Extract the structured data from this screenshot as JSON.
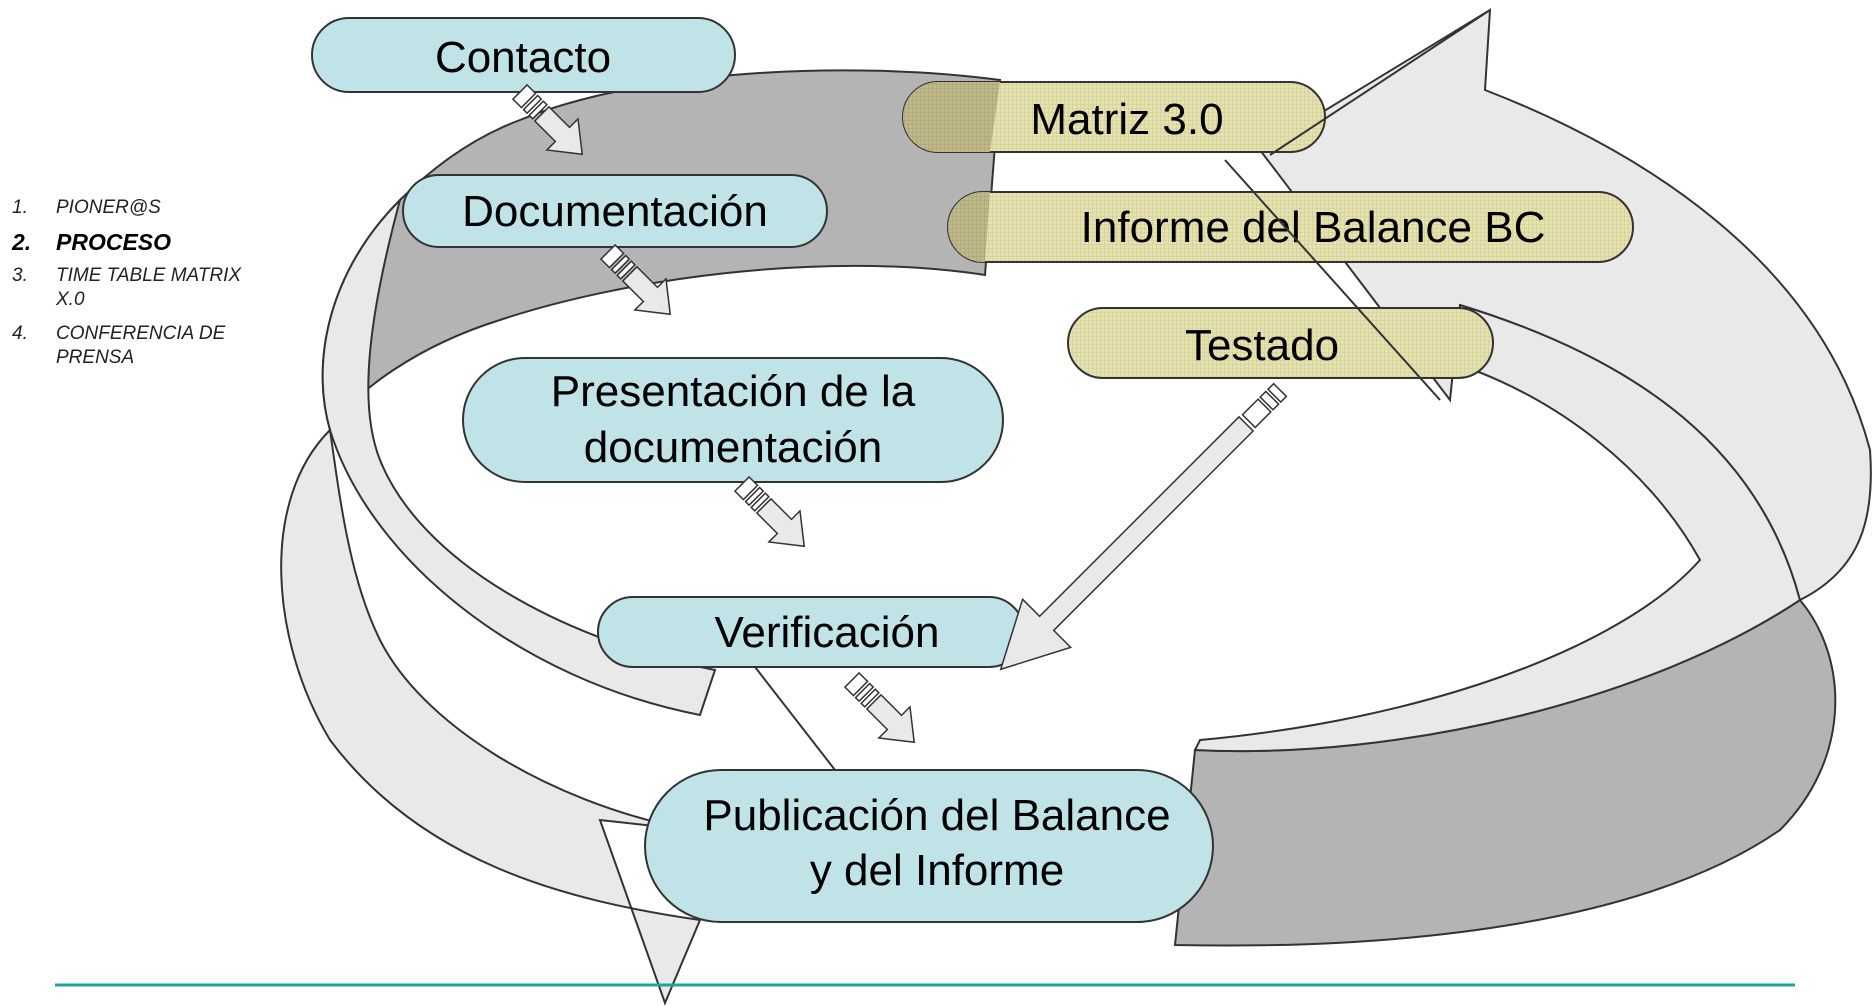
{
  "agenda": {
    "items": [
      {
        "number": "1.",
        "label": "PIONER@S",
        "active": false
      },
      {
        "number": "2.",
        "label": "PROCESO",
        "active": true
      },
      {
        "number": "3.",
        "label": "TIME TABLE MATRIX X.0",
        "active": false
      },
      {
        "number": "4.",
        "label": "CONFERENCIA DE PRENSA",
        "active": false
      }
    ]
  },
  "process": {
    "contacto": "Contacto",
    "documentacion": "Documentación",
    "presentacion_line1": "Presentación de la",
    "presentacion_line2": "documentación",
    "verificacion": "Verificación",
    "publicacion_line1": "Publicación del Balance",
    "publicacion_line2": "y del Informe"
  },
  "inputs": {
    "matriz": "Matriz 3.0",
    "informe": "Informe del Balance BC",
    "testado": "Testado"
  },
  "colors": {
    "step_fill": "#bfe3e6",
    "input_fill": "#e6e2b0",
    "ring_light": "#e9e9e9",
    "ring_dark": "#b4b4b4",
    "footer_line": "#1fa39a"
  }
}
